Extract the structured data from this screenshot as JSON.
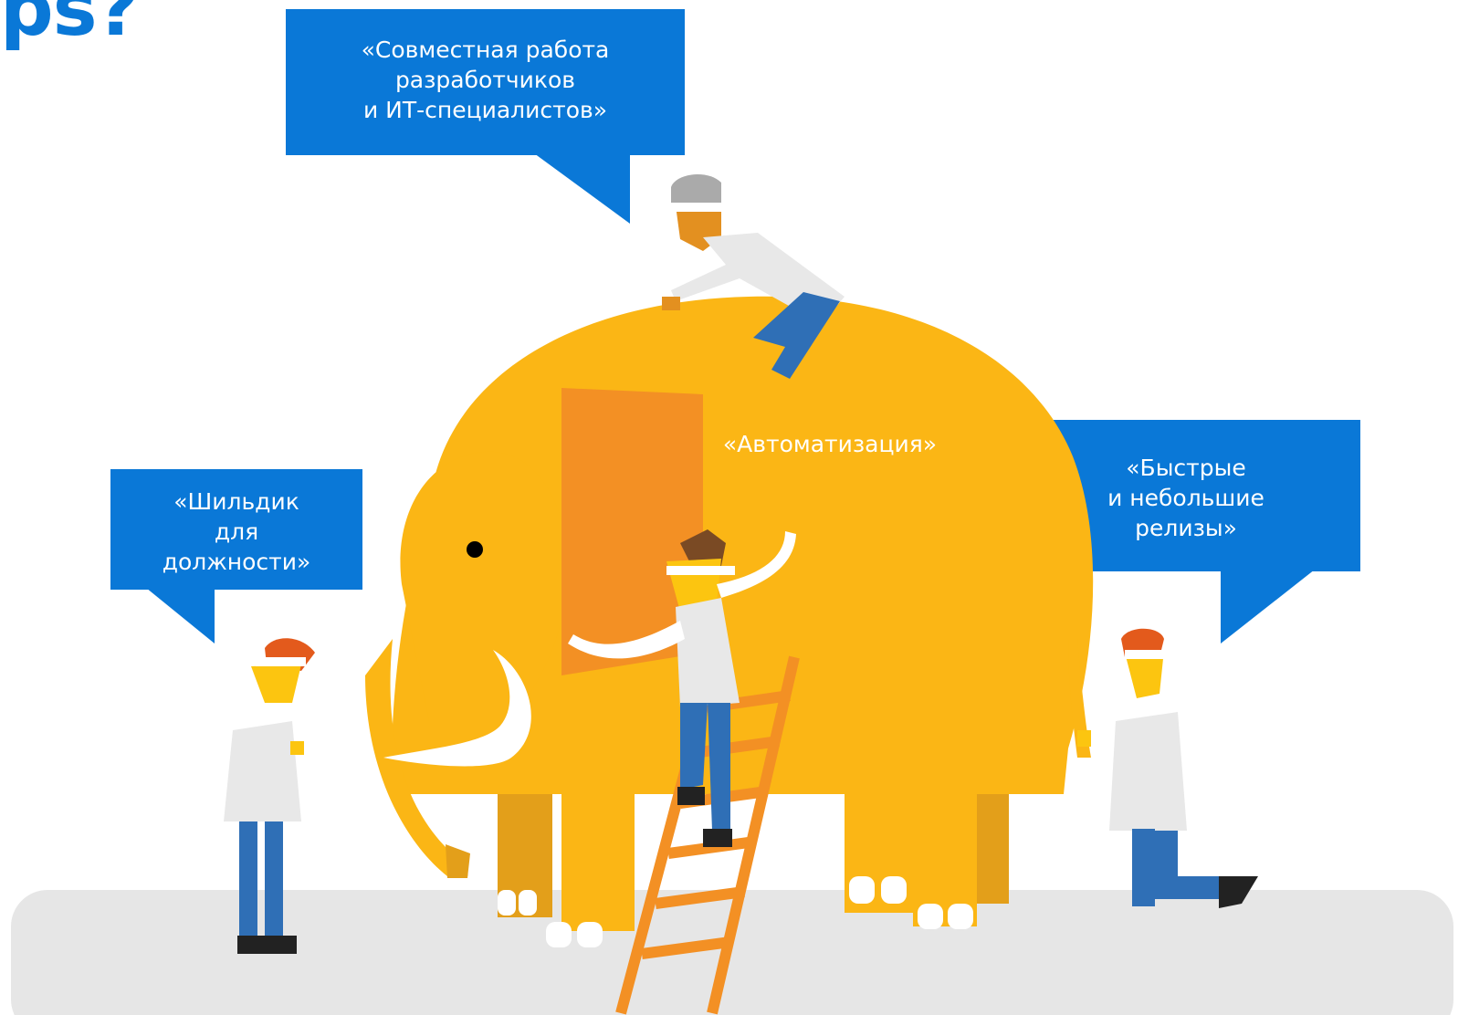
{
  "title_fragment": "ps?",
  "colors": {
    "bubble": "#0a78d7",
    "elephant": "#fbb615",
    "elephant_shadow": "#e39f1a",
    "ear": "#f39024",
    "ground": "#e6e6e6",
    "skin": "#fcc510",
    "coat": "#e8e8e8",
    "trousers": "#2f6fb6",
    "ladder": "#f39024"
  },
  "bubbles": {
    "collaboration": [
      "«Совместная работа",
      "разработчиков",
      "и ИТ-специалистов»"
    ],
    "automation": [
      "«Автоматизация»"
    ],
    "badge": [
      "«Шильдик",
      "для",
      "должности»"
    ],
    "releases": [
      "«Быстрые",
      "и небольшие",
      "релизы»"
    ]
  }
}
